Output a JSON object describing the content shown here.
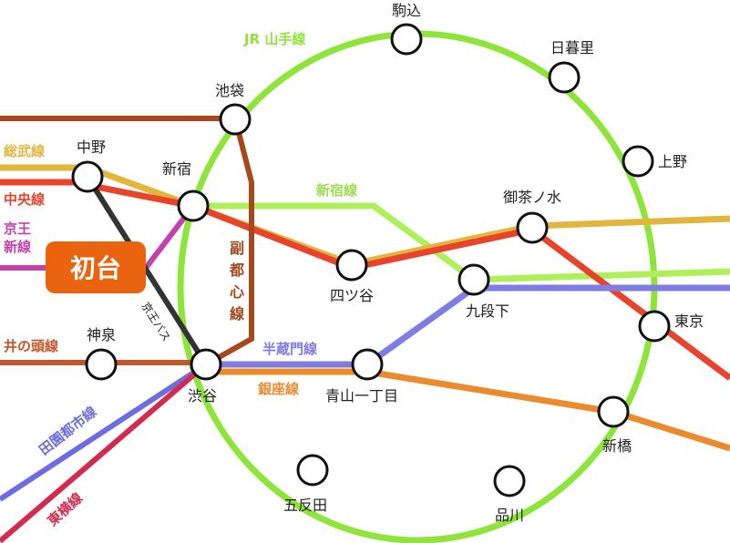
{
  "colors": {
    "yamanote": "#8ee53a",
    "shinjuku_line": "#aef05a",
    "sobu": "#e2b63c",
    "chuo": "#e8432b",
    "fukutoshin": "#a9461a",
    "keio": "#c53fad",
    "keio_bus": "#333333",
    "inokashira": "#c5562c",
    "hanzomon": "#7f7ce3",
    "ginza": "#ec8a2e",
    "denentoshi": "#6d6de3",
    "toyoko": "#d32b4f",
    "hatsudai": "#ea6410"
  },
  "lines": {
    "yamanote": "JR 山手線",
    "sobu": "総武線",
    "chuo": "中央線",
    "keio_1": "京王",
    "keio_2": "新線",
    "shinjuku": "新宿線",
    "fukutoshin": [
      "副",
      "都",
      "心",
      "線"
    ],
    "keio_bus": "京王バス",
    "inokashira": "井の頭線",
    "hanzomon": "半蔵門線",
    "ginza": "銀座線",
    "denentoshi": "田園都市線",
    "toyoko": "東横線"
  },
  "stations": {
    "komagome": "駒込",
    "nippori": "日暮里",
    "ueno": "上野",
    "ikebukuro": "池袋",
    "nakano": "中野",
    "shinjuku": "新宿",
    "ochanomizu": "御茶ノ水",
    "yotsuya": "四ツ谷",
    "kudanshita": "九段下",
    "tokyo": "東京",
    "shinsen": "神泉",
    "shibuya": "渋谷",
    "aoyama": "青山一丁目",
    "shinbashi": "新橋",
    "gotanda": "五反田",
    "shinagawa": "品川"
  },
  "highlight": "初台"
}
